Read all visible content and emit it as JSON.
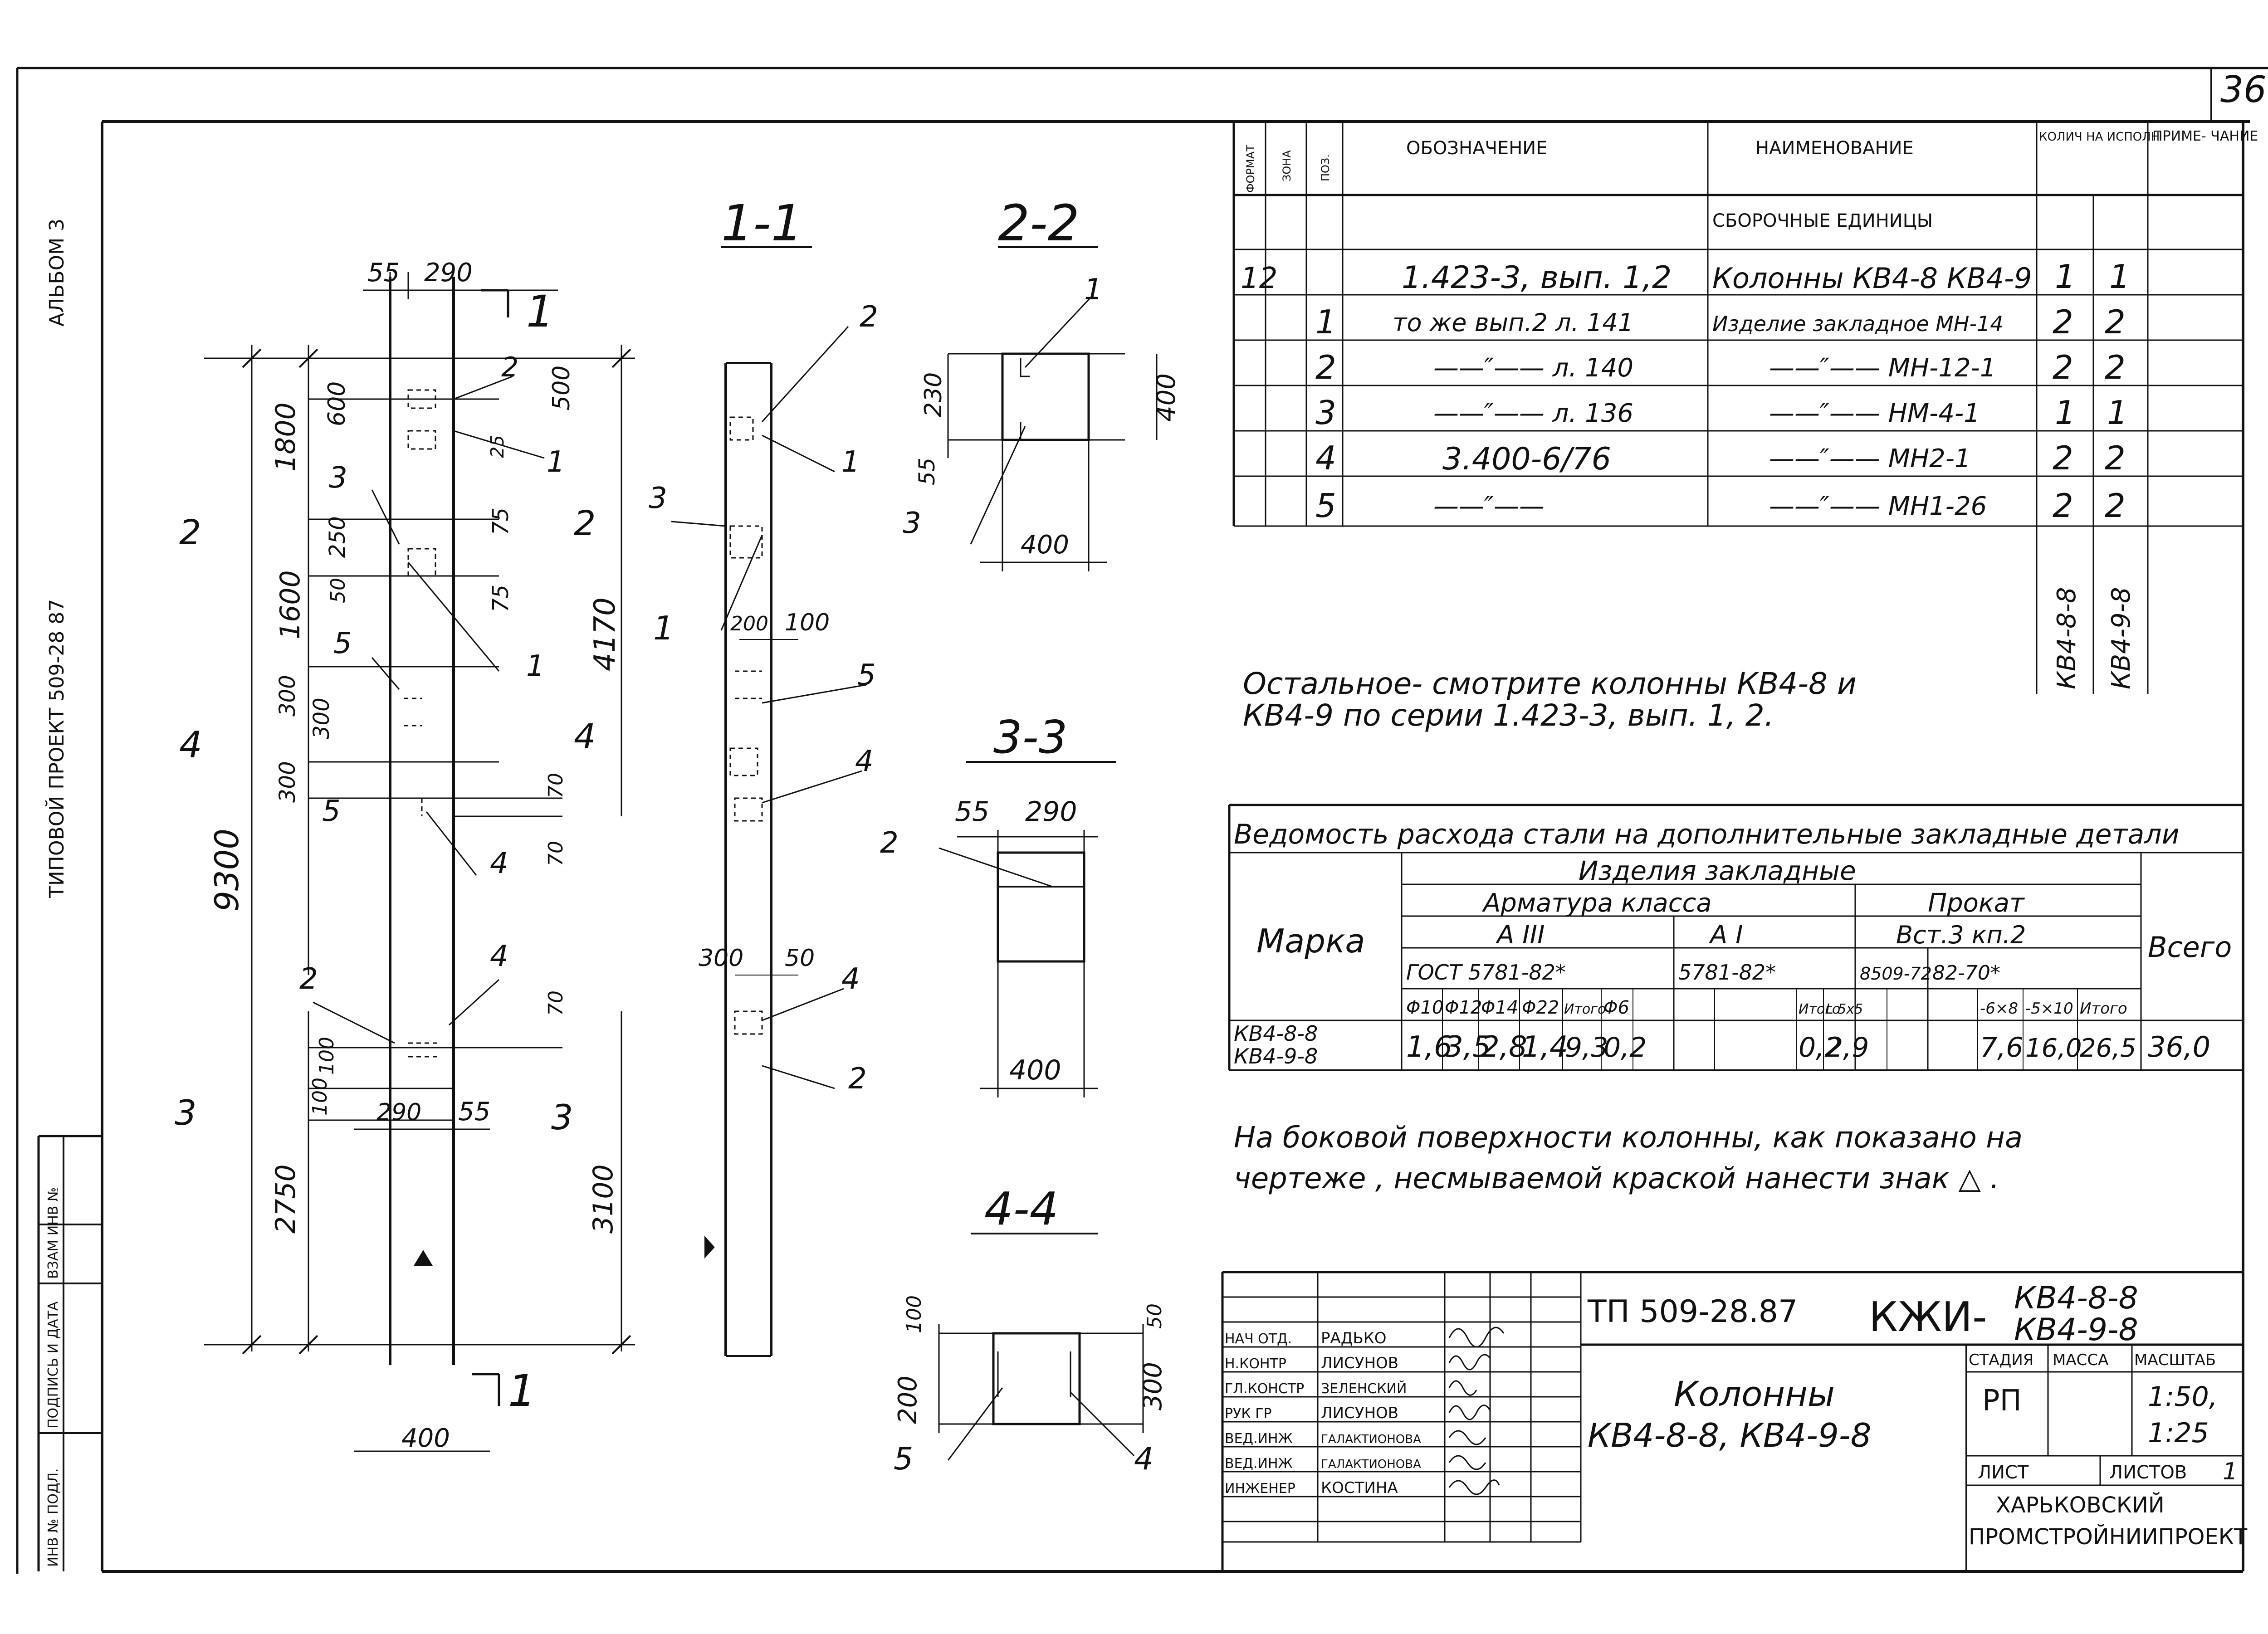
{
  "sheet": {
    "sheet_no": "36",
    "side_labels": [
      "АЛЬБОМ 3",
      "ТИПОВОЙ ПРОЕКТ 509-28 87"
    ],
    "margin_cells": [
      "ВЗАМ ИНВ №",
      "ПОДПИСЬ И ДАТА",
      "ИНВ № ПОДЛ."
    ]
  },
  "drawing": {
    "section_titles": [
      "1-1",
      "2-2",
      "3-3",
      "4-4"
    ],
    "cut_marks": [
      "1",
      "1",
      "2",
      "2",
      "4",
      "4",
      "3",
      "3"
    ],
    "elevation_dims": [
      "55",
      "290",
      "500",
      "600",
      "1800",
      "250",
      "75",
      "75",
      "1600",
      "4170",
      "50",
      "300",
      "300",
      "300",
      "70",
      "70",
      "9300",
      "70",
      "100",
      "100",
      "290",
      "55",
      "2750",
      "3100",
      "400"
    ],
    "elevation_leaders": [
      "2",
      "1",
      "3",
      "1",
      "5",
      "5",
      "4",
      "4",
      "2",
      "25"
    ],
    "side_view": {
      "dims": [
        "200",
        "100",
        "300",
        "50"
      ],
      "leaders": [
        "2",
        "1",
        "3",
        "1",
        "5",
        "4",
        "4",
        "2"
      ]
    },
    "sec22": {
      "dims": [
        "230",
        "55",
        "400",
        "400"
      ],
      "leaders": [
        "1",
        "3"
      ]
    },
    "sec33": {
      "dims": [
        "55",
        "290",
        "400"
      ],
      "leaders": [
        "2"
      ]
    },
    "sec44": {
      "dims": [
        "100",
        "200",
        "50",
        "300"
      ],
      "leaders": [
        "5",
        "4"
      ]
    }
  },
  "spec": {
    "headers": [
      "ФОРМАТ",
      "ЗОНА",
      "ПОЗ.",
      "ОБОЗНАЧЕНИЕ",
      "НАИМЕНОВАНИЕ",
      "КОЛИЧ НА ИСПОЛН",
      "ПРИМЕ- ЧАНИЕ"
    ],
    "section_label": "СБОРОЧНЫЕ ЕДИНИЦЫ",
    "rows": [
      {
        "format": "12",
        "pos": "",
        "designation": "1.423-3, вып. 1,2",
        "name": "Колонны КВ4-8 КВ4-9",
        "q1": "1",
        "q2": "1"
      },
      {
        "format": "",
        "pos": "1",
        "designation": "то же вып.2 л. 141",
        "name": "Изделие закладное МН-14",
        "q1": "2",
        "q2": "2"
      },
      {
        "format": "",
        "pos": "2",
        "designation": "——″—— л. 140",
        "name": "——″—— МН-12-1",
        "q1": "2",
        "q2": "2"
      },
      {
        "format": "",
        "pos": "3",
        "designation": "——″—— л. 136",
        "name": "——″—— НМ-4-1",
        "q1": "1",
        "q2": "1"
      },
      {
        "format": "",
        "pos": "4",
        "designation": "3.400-6/76",
        "name": "——″—— МН2-1",
        "q1": "2",
        "q2": "2"
      },
      {
        "format": "",
        "pos": "5",
        "designation": "——″——",
        "name": "——″—— МН1-26",
        "q1": "2",
        "q2": "2"
      }
    ],
    "variants": [
      "КВ4-8-8",
      "КВ4-9-8"
    ]
  },
  "notes": {
    "note1": [
      "Остальное- смотрите колонны КВ4-8 и",
      "КВ4-9 по серии 1.423-3, вып. 1, 2."
    ],
    "note2": [
      "На боковой поверхности колонны, как показано на",
      "чертеже , несмываемой краской нанести знак  △ ."
    ]
  },
  "steel": {
    "title": "Ведомость расхода стали на дополнительные закладные детали",
    "marka": "Марка",
    "group": "Изделия закладные",
    "arm": "Арматура класса",
    "prokat": "Прокат",
    "vsego": "Всего",
    "classes": [
      "А III",
      "А I",
      "Вст.3 кп.2"
    ],
    "gosts": [
      "ГОСТ 5781-82*",
      "5781-82*",
      "8509-72",
      "82-70*"
    ],
    "cols": [
      "Φ10",
      "Φ12",
      "Φ14",
      "Φ22",
      "Итого",
      "Φ6",
      "",
      "Итого",
      "L 5x5",
      "",
      "-6×8",
      "-5×10",
      "Итого"
    ],
    "row_marks": [
      "КВ4-8-8",
      "КВ4-9-8"
    ],
    "values": [
      "1,6",
      "3,5",
      "2,8",
      "1,4",
      "9,3",
      "0,2",
      "",
      "0,2",
      "2,9",
      "",
      "7,6",
      "16,0",
      "26,5",
      "36,0"
    ]
  },
  "stamp": {
    "code": "ТП 509-28.87",
    "series": "КЖИ-",
    "marks": [
      "КВ4-8-8",
      "КВ4-9-8"
    ],
    "roles": [
      "НАЧ ОТД.",
      "Н.КОНТР",
      "ГЛ.КОНСТР",
      "РУК ГР",
      "ВЕД.ИНЖ",
      "ВЕД.ИНЖ",
      "ИНЖЕНЕР"
    ],
    "names": [
      "РАДЬКО",
      "ЛИСУНОВ",
      "ЗЕЛЕНСКИЙ",
      "ЛИСУНОВ",
      "ГАЛАКТИОНОВА",
      "ГАЛАКТИОНОВА",
      "КОСТИНА"
    ],
    "title_lines": [
      "Колонны",
      "КВ4-8-8, КВ4-9-8"
    ],
    "stage_h": "СТАДИЯ",
    "mass_h": "МАССА",
    "scale_h": "МАСШТАБ",
    "stage": "РП",
    "scales": [
      "1:50,",
      "1:25"
    ],
    "sheet_h": "ЛИСТ",
    "sheets_h": "ЛИСТОВ",
    "sheets": "1",
    "org": [
      "ХАРЬКОВСКИЙ",
      "ПРОМСТРОЙНИИПРОЕКТ"
    ]
  }
}
